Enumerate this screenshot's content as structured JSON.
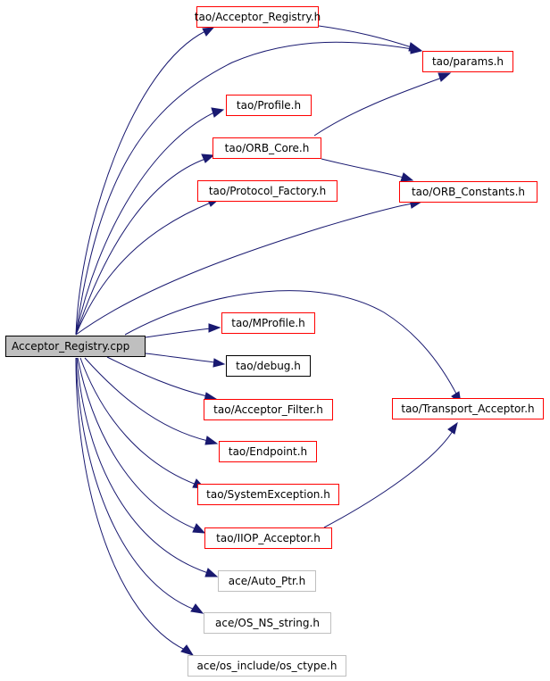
{
  "nodes": {
    "root": "Acceptor_Registry.cpp",
    "acceptor_registry_h": "tao/Acceptor_Registry.h",
    "params_h": "tao/params.h",
    "profile_h": "tao/Profile.h",
    "orb_core_h": "tao/ORB_Core.h",
    "protocol_factory_h": "tao/Protocol_Factory.h",
    "orb_constants_h": "tao/ORB_Constants.h",
    "mprofile_h": "tao/MProfile.h",
    "debug_h": "tao/debug.h",
    "acceptor_filter_h": "tao/Acceptor_Filter.h",
    "transport_acceptor_h": "tao/Transport_Acceptor.h",
    "endpoint_h": "tao/Endpoint.h",
    "system_exception_h": "tao/SystemException.h",
    "iiop_acceptor_h": "tao/IIOP_Acceptor.h",
    "auto_ptr_h": "ace/Auto_Ptr.h",
    "os_ns_string_h": "ace/OS_NS_string.h",
    "os_ctype_h": "ace/os_include/os_ctype.h"
  },
  "colors": {
    "edge": "#191970",
    "border_documented": "#ff0000",
    "border_plain": "#000000",
    "border_external": "#bfbfbf",
    "root_fill": "#bfbfbf"
  }
}
